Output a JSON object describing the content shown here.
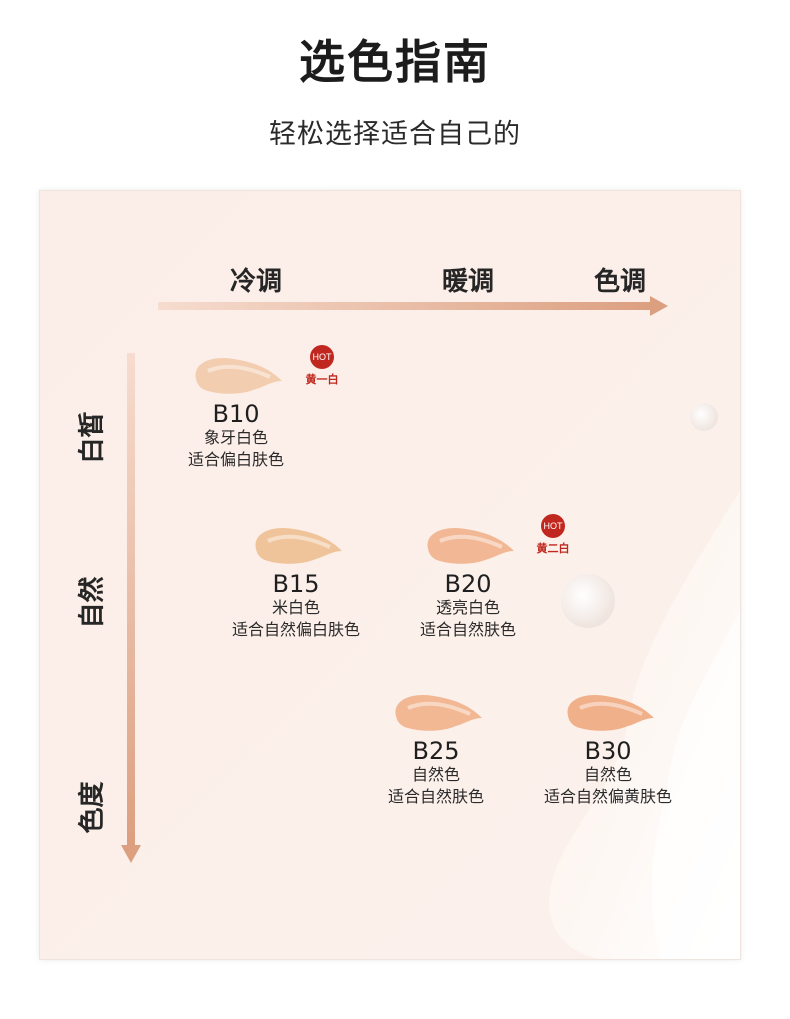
{
  "header": {
    "title": "选色指南",
    "subtitle": "轻松选择适合自己的"
  },
  "axes": {
    "tone": {
      "cool": "冷调",
      "warm": "暖调",
      "label": "色调"
    },
    "depth": {
      "fair": "白皙",
      "natural": "自然",
      "label": "色度"
    }
  },
  "shades": [
    {
      "code": "B10",
      "name": "象牙白色",
      "desc": "适合偏白肤色",
      "color": "#f3cdb0",
      "hot": true,
      "hot_tag": "黄一白"
    },
    {
      "code": "B15",
      "name": "米白色",
      "desc": "适合自然偏白肤色",
      "color": "#f0c49a",
      "hot": false
    },
    {
      "code": "B20",
      "name": "透亮白色",
      "desc": "适合自然肤色",
      "color": "#f2b896",
      "hot": true,
      "hot_tag": "黄二白"
    },
    {
      "code": "B25",
      "name": "自然色",
      "desc": "适合自然肤色",
      "color": "#f2b793",
      "hot": false
    },
    {
      "code": "B30",
      "name": "自然色",
      "desc": "适合自然偏黄肤色",
      "color": "#f0b08a",
      "hot": false
    }
  ],
  "badge": {
    "text": "HOT",
    "color": "#c0281f"
  },
  "colors": {
    "card_bg": "#fbeee8",
    "arrow_light": "#f6dccf",
    "arrow_dark": "#dc9f80"
  }
}
